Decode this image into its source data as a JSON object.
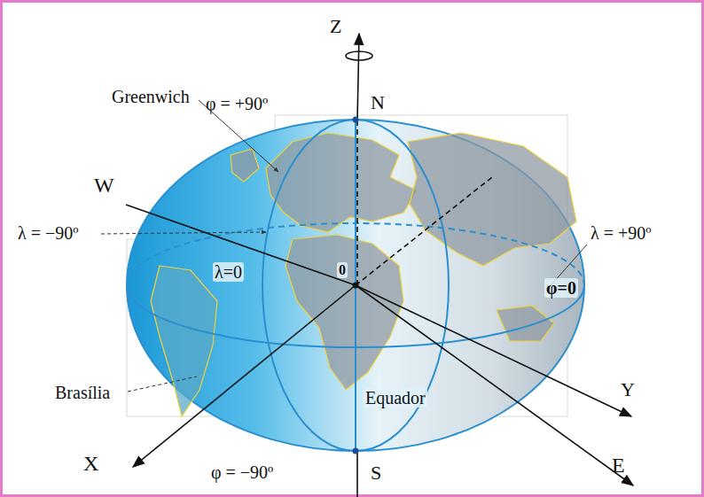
{
  "diagram": {
    "labels": [
      "Z",
      "φ = +90º",
      "N",
      "Greenwich",
      "W",
      "λ = −90º",
      "λ=0",
      "0",
      "λ = +90º",
      "φ=0",
      "Equador",
      "Brasília",
      "X",
      "Y",
      "E",
      "φ = −90º",
      "S"
    ]
  }
}
